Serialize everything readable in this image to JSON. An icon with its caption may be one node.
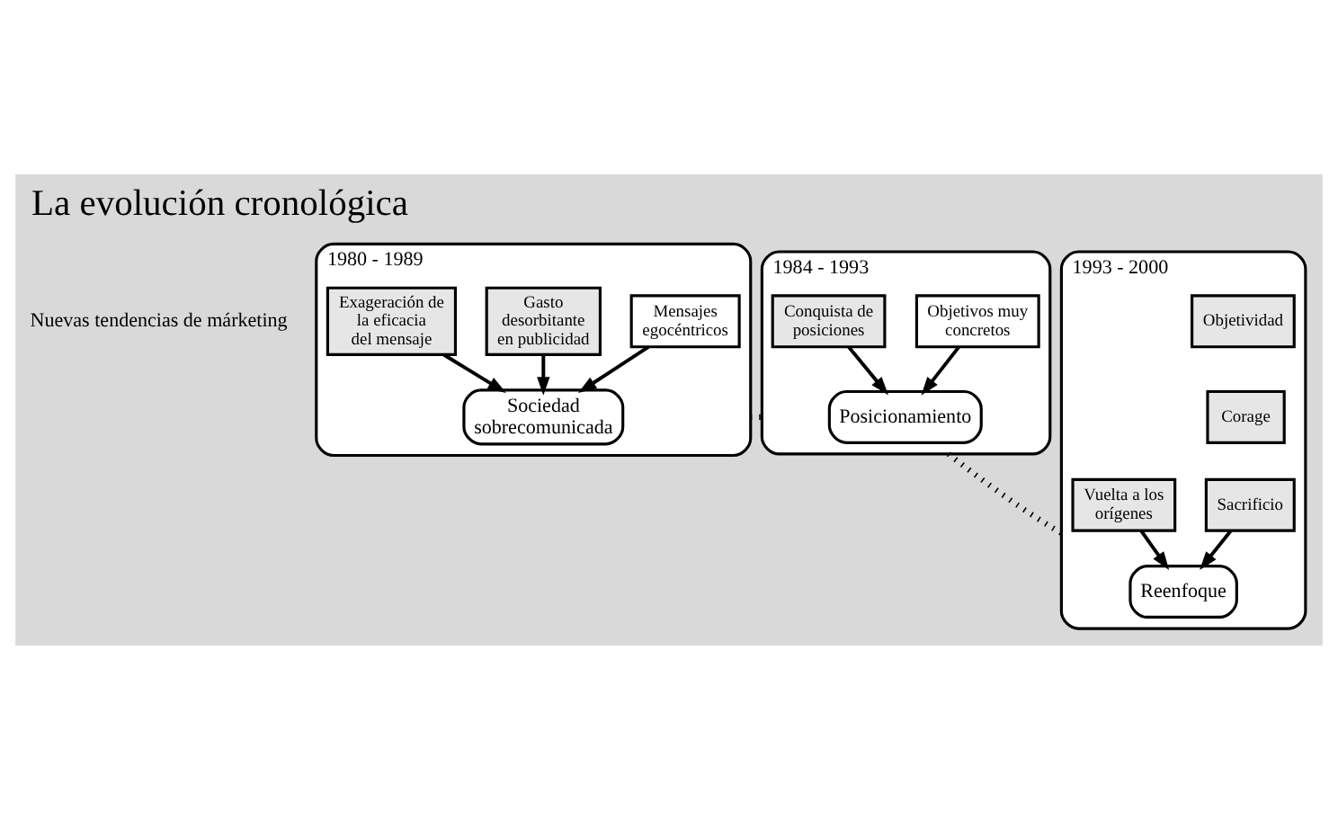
{
  "diagram": {
    "title": "La evolución cronológica",
    "nodes": [
      {
        "text": [
          "1980 - 1989"
        ]
      },
      {
        "text": [
          "Mensajes egocéntricos"
        ],
        "in": 0
      },
      {
        "text": [
          "Gasto desorbitante en publicidad"
        ],
        "in": 0
      },
      {
        "text": [
          "Sociedad sobrecomunicada"
        ],
        "in": 0
      },
      {
        "text": [
          "Exageración de la eficacia del mensaje"
        ],
        "in": 0
      },
      {
        "text": [
          "1984 - 1993"
        ]
      },
      {
        "text": [
          "Objetivos muy concretos"
        ],
        "in": 5
      },
      {
        "text": [
          "Posicionamiento"
        ],
        "in": 5
      },
      {
        "text": [
          "Conquista de posiciones"
        ],
        "in": 5
      },
      {
        "text": [
          "1993 - 2000"
        ]
      },
      {
        "text": [
          "Objetividad"
        ],
        "in": 9
      },
      {
        "text": [
          "Corage"
        ],
        "in": 9
      },
      {
        "text": [
          "Sacrificio"
        ],
        "in": 9
      },
      {
        "text": [
          "Reenfoque"
        ],
        "in": 9
      },
      {
        "text": [
          "Vuelta a los orígenes"
        ],
        "in": 9
      }
    ],
    "edges": [
      {
        "from": 1,
        "to": 3,
        "arrow": "to"
      },
      {
        "from": 2,
        "to": 3,
        "arrow": "to"
      },
      {
        "from": 4,
        "to": 3,
        "arrow": "to"
      },
      {
        "from": 6,
        "to": 7,
        "arrow": "to"
      },
      {
        "from": 8,
        "to": 7,
        "arrow": "to"
      },
      {
        "from": 12,
        "to": 13,
        "arrow": "to"
      },
      {
        "from": 14,
        "to": 13,
        "arrow": "to"
      },
      {
        "from": 0,
        "to": 5,
        "arrow": "none",
        "style": "dashed"
      },
      {
        "from": 5,
        "to": 9,
        "arrow": "none",
        "style": "dashed"
      }
    ],
    "labels": [
      "Nuevas tendencias de márketing"
    ]
  }
}
